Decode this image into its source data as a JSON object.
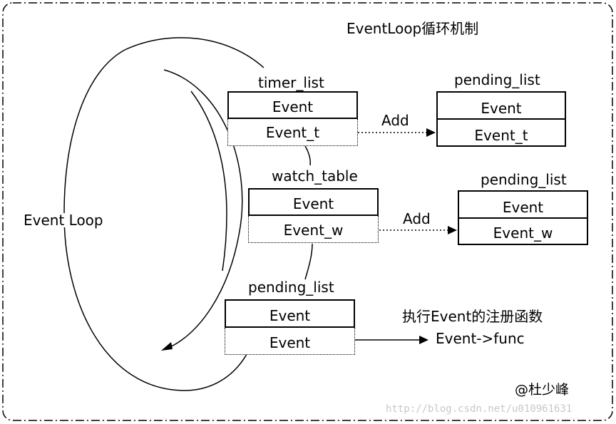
{
  "title": "EventLoop循环机制",
  "loop_label": "Event Loop",
  "timer": {
    "list_label": "timer_list",
    "cell1": "Event",
    "cell2": "Event_t"
  },
  "watch": {
    "list_label": "watch_table",
    "cell1": "Event",
    "cell2": "Event_w"
  },
  "pending_bottom": {
    "list_label": "pending_list",
    "cell1": "Event",
    "cell2": "Event"
  },
  "pending_t": {
    "list_label": "pending_list",
    "cell1": "Event",
    "cell2": "Event_t"
  },
  "pending_w": {
    "list_label": "pending_list",
    "cell1": "Event",
    "cell2": "Event_w"
  },
  "arrow_add_1": "Add",
  "arrow_add_2": "Add",
  "execute_label": "执行Event的注册函数",
  "execute_call": "Event->func",
  "author": "@杜少峰",
  "watermark": "http://blog.csdn.net/u010961631"
}
